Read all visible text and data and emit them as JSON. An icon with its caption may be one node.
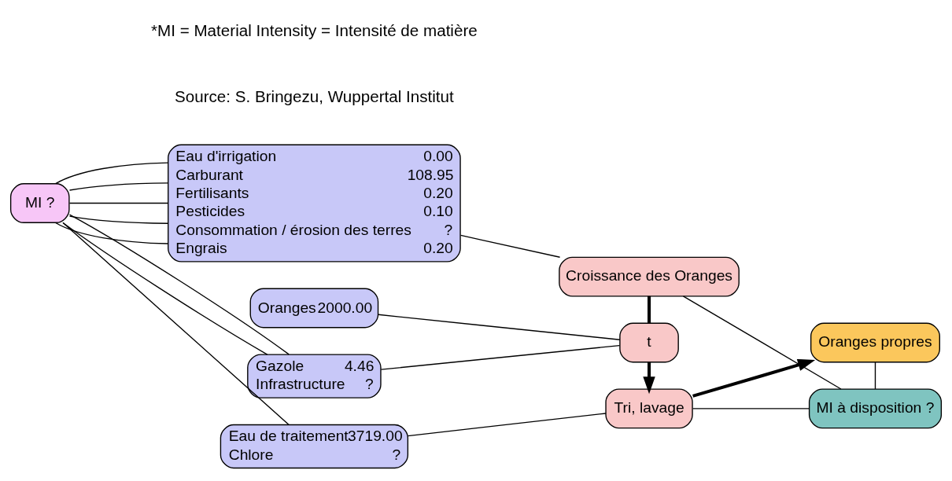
{
  "diagram": {
    "nodes": [
      {
        "text": [
          "MI ?"
        ]
      },
      {
        "text": [
          "Eau d'irrigation",
          "0.00",
          "Carburant",
          "108.95",
          "Fertilisants",
          "0.20",
          "Pesticides",
          "0.10",
          "Consommation / érosion des terres",
          "?",
          "Engrais",
          "0.20"
        ]
      },
      {
        "text": [
          "Oranges",
          "2000.00"
        ]
      },
      {
        "text": [
          "Gazole",
          "4.46",
          "Infrastructure",
          "?"
        ]
      },
      {
        "text": [
          "Eau de traitement",
          "3719.00",
          "Chlore",
          "?"
        ]
      },
      {
        "text": [
          "Croissance des Oranges"
        ]
      },
      {
        "text": [
          "t"
        ]
      },
      {
        "text": [
          "Tri, lavage"
        ]
      },
      {
        "text": [
          "MI à disposition ?"
        ]
      },
      {
        "text": [
          "Oranges propres"
        ]
      }
    ],
    "edges": [
      {
        "from": 0,
        "to": 1,
        "arrow": "none"
      },
      {
        "from": 0,
        "to": 1,
        "arrow": "none"
      },
      {
        "from": 0,
        "to": 1,
        "arrow": "none"
      },
      {
        "from": 0,
        "to": 1,
        "arrow": "none"
      },
      {
        "from": 0,
        "to": 1,
        "arrow": "none"
      },
      {
        "from": 0,
        "to": 3,
        "arrow": "none"
      },
      {
        "from": 0,
        "to": 3,
        "arrow": "none"
      },
      {
        "from": 0,
        "to": 4,
        "arrow": "none"
      },
      {
        "from": 1,
        "to": 5,
        "arrow": "none"
      },
      {
        "from": 2,
        "to": 6,
        "arrow": "none"
      },
      {
        "from": 3,
        "to": 6,
        "arrow": "none"
      },
      {
        "from": 4,
        "to": 7,
        "arrow": "none"
      },
      {
        "from": 5,
        "to": 6,
        "arrow": "none",
        "style": "thick"
      },
      {
        "from": 6,
        "to": 7,
        "arrow": "to",
        "style": "thick"
      },
      {
        "from": 7,
        "to": 9,
        "arrow": "to",
        "style": "thick"
      },
      {
        "from": 5,
        "to": 8,
        "arrow": "none"
      },
      {
        "from": 7,
        "to": 8,
        "arrow": "none"
      },
      {
        "from": 9,
        "to": 8,
        "arrow": "none"
      }
    ],
    "labels": [
      "*MI = Material Intensity = Intensité de matière",
      "Source: S. Bringezu, Wuppertal Institut"
    ]
  }
}
